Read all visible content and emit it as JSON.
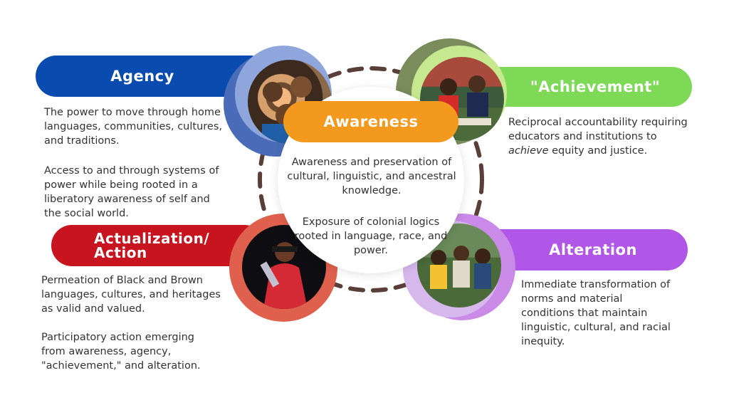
{
  "agency": {
    "title": "Agency",
    "text1": "The power to move through home languages, communities, cultures, and traditions.",
    "text2": "Access to and through systems of power while being rooted in a liberatory awareness of self and the social world."
  },
  "achievement": {
    "title": "\"Achievement\"",
    "text_before": "Reciprocal accountability requiring educators and institutions to ",
    "text_em": "achieve",
    "text_after": " equity and justice."
  },
  "actualization": {
    "title_line1": "Actualization/",
    "title_line2": "Action",
    "text1": "Permeation of Black and Brown languages, cultures, and heritages as valid and valued.",
    "text2": "Participatory action emerging from awareness, agency, \"achievement,\" and alteration."
  },
  "alteration": {
    "title": "Alteration",
    "text": "Immediate transformation of norms and material conditions that maintain linguistic, cultural, and racial inequity."
  },
  "awareness": {
    "title": "Awareness",
    "text1": "Awareness and preservation of cultural, linguistic, and ancestral knowledge.",
    "text2": "Exposure of colonial logics rooted in language, race, and power."
  },
  "colors": {
    "agency": "#0a4bb0",
    "achievement": "#7ed957",
    "actualization": "#c8141e",
    "alteration": "#b057e8",
    "awareness": "#f39a1e",
    "dash": "#5a3f39"
  }
}
